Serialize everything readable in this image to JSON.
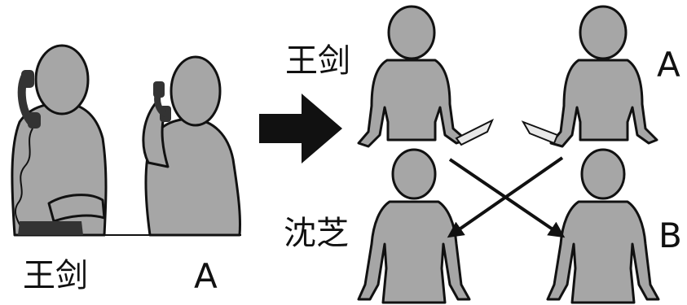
{
  "colors": {
    "figure_fill": "#a6a6a6",
    "outline": "#111111",
    "phone": "#333333",
    "knife": "#e8e8e8",
    "background": "#ffffff"
  },
  "left_scene": {
    "label_wang": "王剑",
    "label_a": "A"
  },
  "right_scene": {
    "label_wang": "王剑",
    "label_a": "A",
    "label_shen": "沈芝",
    "label_b": "B"
  },
  "icons": [
    "telephone-icon",
    "arrow-right-icon",
    "knife-icon",
    "cross-arrow-icon"
  ]
}
